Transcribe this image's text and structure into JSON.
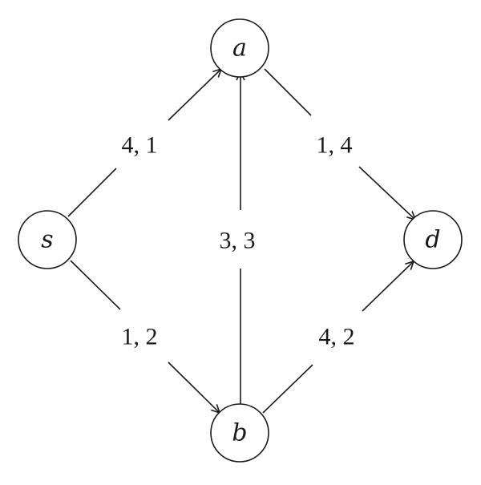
{
  "nodes": {
    "s": {
      "label": "s"
    },
    "a": {
      "label": "a"
    },
    "b": {
      "label": "b"
    },
    "d": {
      "label": "d"
    }
  },
  "edges": [
    {
      "from": "s",
      "to": "a",
      "label": "4, 1"
    },
    {
      "from": "a",
      "to": "d",
      "label": "1, 4"
    },
    {
      "from": "s",
      "to": "b",
      "label": "1, 2"
    },
    {
      "from": "b",
      "to": "d",
      "label": "4, 2"
    },
    {
      "from": "b",
      "to": "a",
      "label": "3, 3"
    }
  ],
  "colors": {
    "stroke": "#1a1a1a",
    "background": "#ffffff"
  }
}
